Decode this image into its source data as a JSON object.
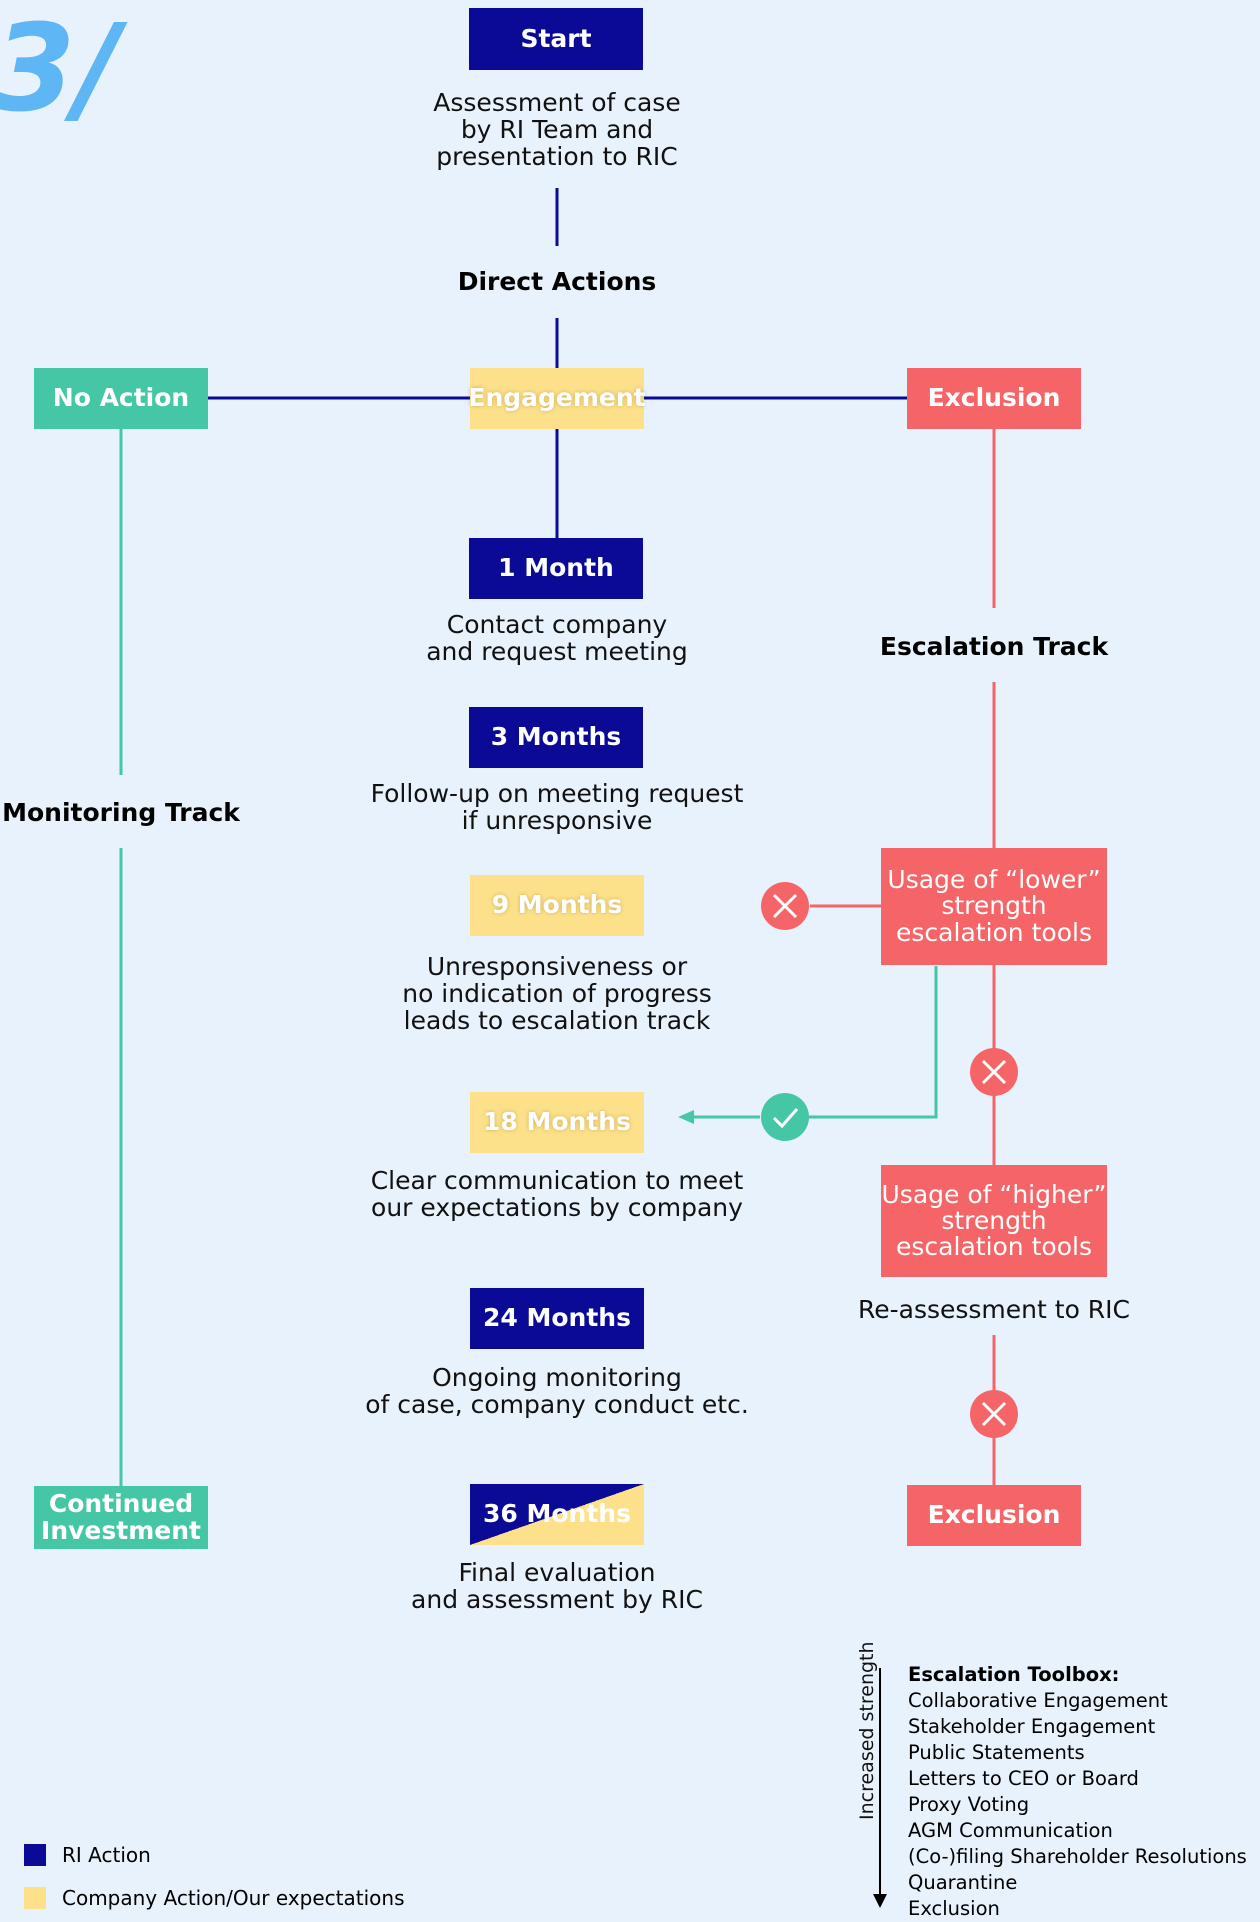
{
  "corner_mark": "3/",
  "start": {
    "label": "Start",
    "description": [
      "Assessment of case",
      "by RI Team and",
      "presentation to RIC"
    ]
  },
  "direct_actions": {
    "label": "Direct Actions"
  },
  "branches": {
    "no_action": "No Action",
    "engagement": "Engagement",
    "exclusion": "Exclusion"
  },
  "monitoring_track": {
    "label": "Monitoring Track",
    "end": [
      "Continued",
      "Investment"
    ]
  },
  "escalation_track": {
    "label": "Escalation Track",
    "lower_tools": [
      "Usage of “lower”",
      "strength",
      "escalation tools"
    ],
    "higher_tools": [
      "Usage of “higher”",
      "strength",
      "escalation tools"
    ],
    "reassessment": "Re-assessment to RIC",
    "end": "Exclusion"
  },
  "milestones": [
    {
      "label": "1 Month",
      "kind": "ri",
      "description": [
        "Contact company",
        "and request meeting"
      ]
    },
    {
      "label": "3 Months",
      "kind": "ri",
      "description": [
        "Follow-up on meeting request",
        "if unresponsive"
      ]
    },
    {
      "label": "9 Months",
      "kind": "company",
      "description": [
        "Unresponsiveness or",
        "no indication of progress",
        "leads to escalation track"
      ]
    },
    {
      "label": "18 Months",
      "kind": "company",
      "description": [
        "Clear communication to meet",
        "our expectations by company"
      ]
    },
    {
      "label": "24 Months",
      "kind": "ri",
      "description": [
        "Ongoing monitoring",
        "of case, company conduct etc."
      ]
    },
    {
      "label": "36 Months",
      "kind": "both",
      "description": [
        "Final evaluation",
        "and assessment by RIC"
      ]
    }
  ],
  "toolbox": {
    "title": "Escalation Toolbox:",
    "axis_label": "Increased strength",
    "items": [
      "Collaborative Engagement",
      "Stakeholder Engagement",
      "Public Statements",
      "Letters to CEO or Board",
      "Proxy Voting",
      "AGM Communication",
      "(Co-)filing Shareholder Resolutions",
      "Quarantine",
      "Exclusion"
    ]
  },
  "legend": [
    {
      "label": "RI Action",
      "color": "#0a0a96"
    },
    {
      "label": "Company Action/Our expectations",
      "color": "#fde18a"
    }
  ],
  "colors": {
    "navy": "#0a0a96",
    "yellow": "#fde18a",
    "red": "#f56467",
    "teal": "#45c7a5",
    "background": "#e8f2fd"
  }
}
